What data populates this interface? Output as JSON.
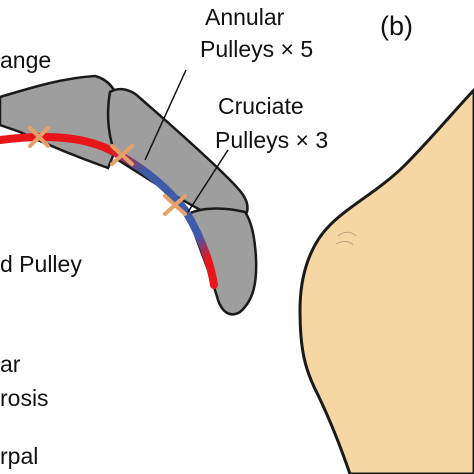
{
  "figure": {
    "panel_label": "(b)",
    "labels": {
      "phalange_partial": "ange",
      "annular_line1": "Annular",
      "annular_line2": "Pulleys × 5",
      "cruciate_line1": "Cruciate",
      "cruciate_line2": "Pulleys × 3",
      "pulley_partial": "d Pulley",
      "volar_partial": "ar",
      "aponeurosis_partial": "rosis",
      "carpal_partial": "rpal"
    },
    "colors": {
      "bone_fill": "#9e9e9e",
      "bone_outline": "#1a1a1a",
      "tendon_red": "#e8161b",
      "tendon_blue": "#3f5aa8",
      "pulley_orange": "#e6a06a",
      "skin_fill": "#f6d7a4"
    }
  }
}
